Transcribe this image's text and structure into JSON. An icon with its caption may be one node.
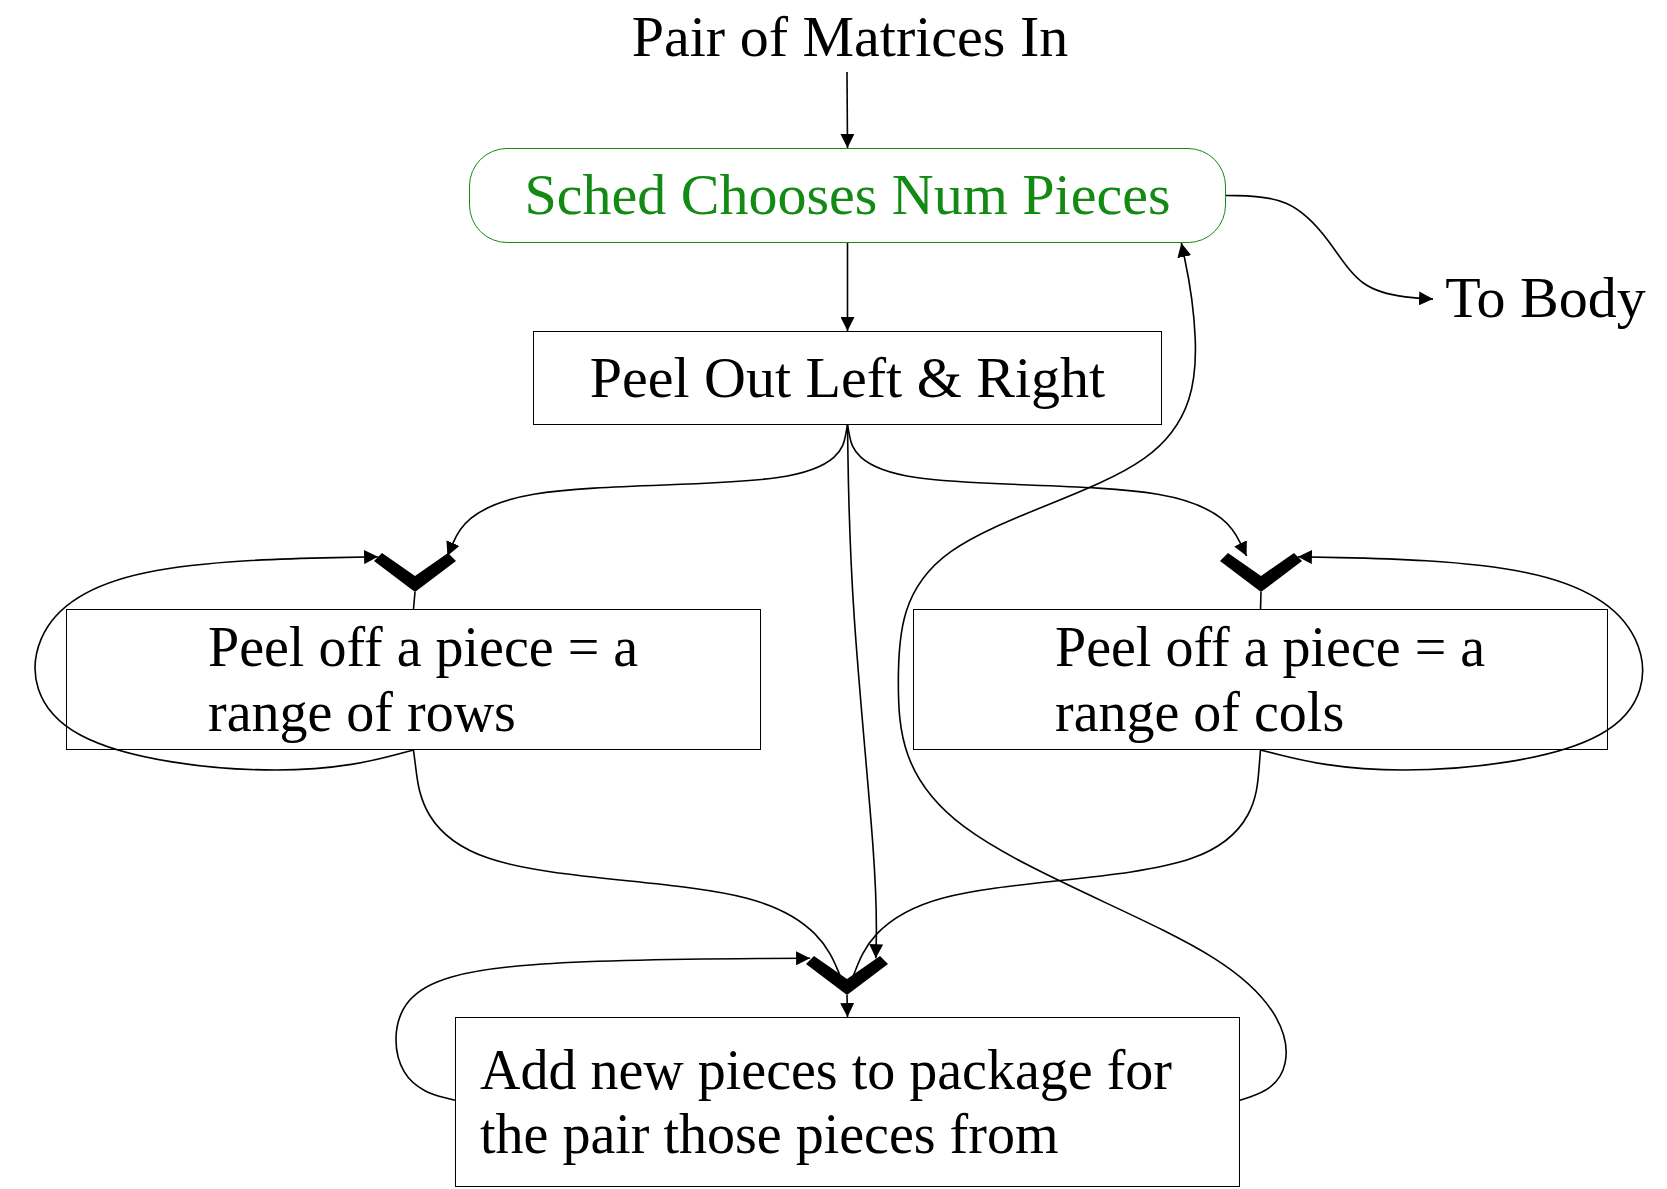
{
  "diagram": {
    "nodes": [
      {
        "text": [
          "Pair of Matrices In"
        ]
      },
      {
        "text": [
          "Sched Chooses Num Pieces"
        ]
      },
      {
        "text": [
          "To Body"
        ]
      },
      {
        "text": [
          "Peel Out Left & Right"
        ]
      },
      {
        "text": [],
        "shape": "chevron"
      },
      {
        "text": [
          "Peel off a piece = a range of rows"
        ]
      },
      {
        "text": [],
        "shape": "chevron"
      },
      {
        "text": [
          "Peel off a piece = a range of cols"
        ]
      },
      {
        "text": [],
        "shape": "chevron"
      },
      {
        "text": [
          "Add new pieces to package for the pair those pieces from"
        ]
      }
    ],
    "edges": [
      {
        "from": 0,
        "to": 1,
        "arrow": "to"
      },
      {
        "from": 1,
        "to": 2,
        "arrow": "to"
      },
      {
        "from": 1,
        "to": 3,
        "arrow": "to"
      },
      {
        "from": 3,
        "to": 4,
        "arrow": "to"
      },
      {
        "from": 3,
        "to": 6,
        "arrow": "to"
      },
      {
        "from": 3,
        "to": 8,
        "arrow": "to"
      },
      {
        "from": 4,
        "to": 5,
        "arrow": "none"
      },
      {
        "from": 5,
        "to": 4,
        "arrow": "to"
      },
      {
        "from": 6,
        "to": 7,
        "arrow": "none"
      },
      {
        "from": 7,
        "to": 6,
        "arrow": "to"
      },
      {
        "from": 5,
        "to": 8,
        "arrow": "none"
      },
      {
        "from": 7,
        "to": 8,
        "arrow": "none"
      },
      {
        "from": 8,
        "to": 9,
        "arrow": "to"
      },
      {
        "from": 9,
        "to": 8,
        "arrow": "to"
      },
      {
        "from": 9,
        "to": 1,
        "arrow": "to"
      }
    ]
  }
}
